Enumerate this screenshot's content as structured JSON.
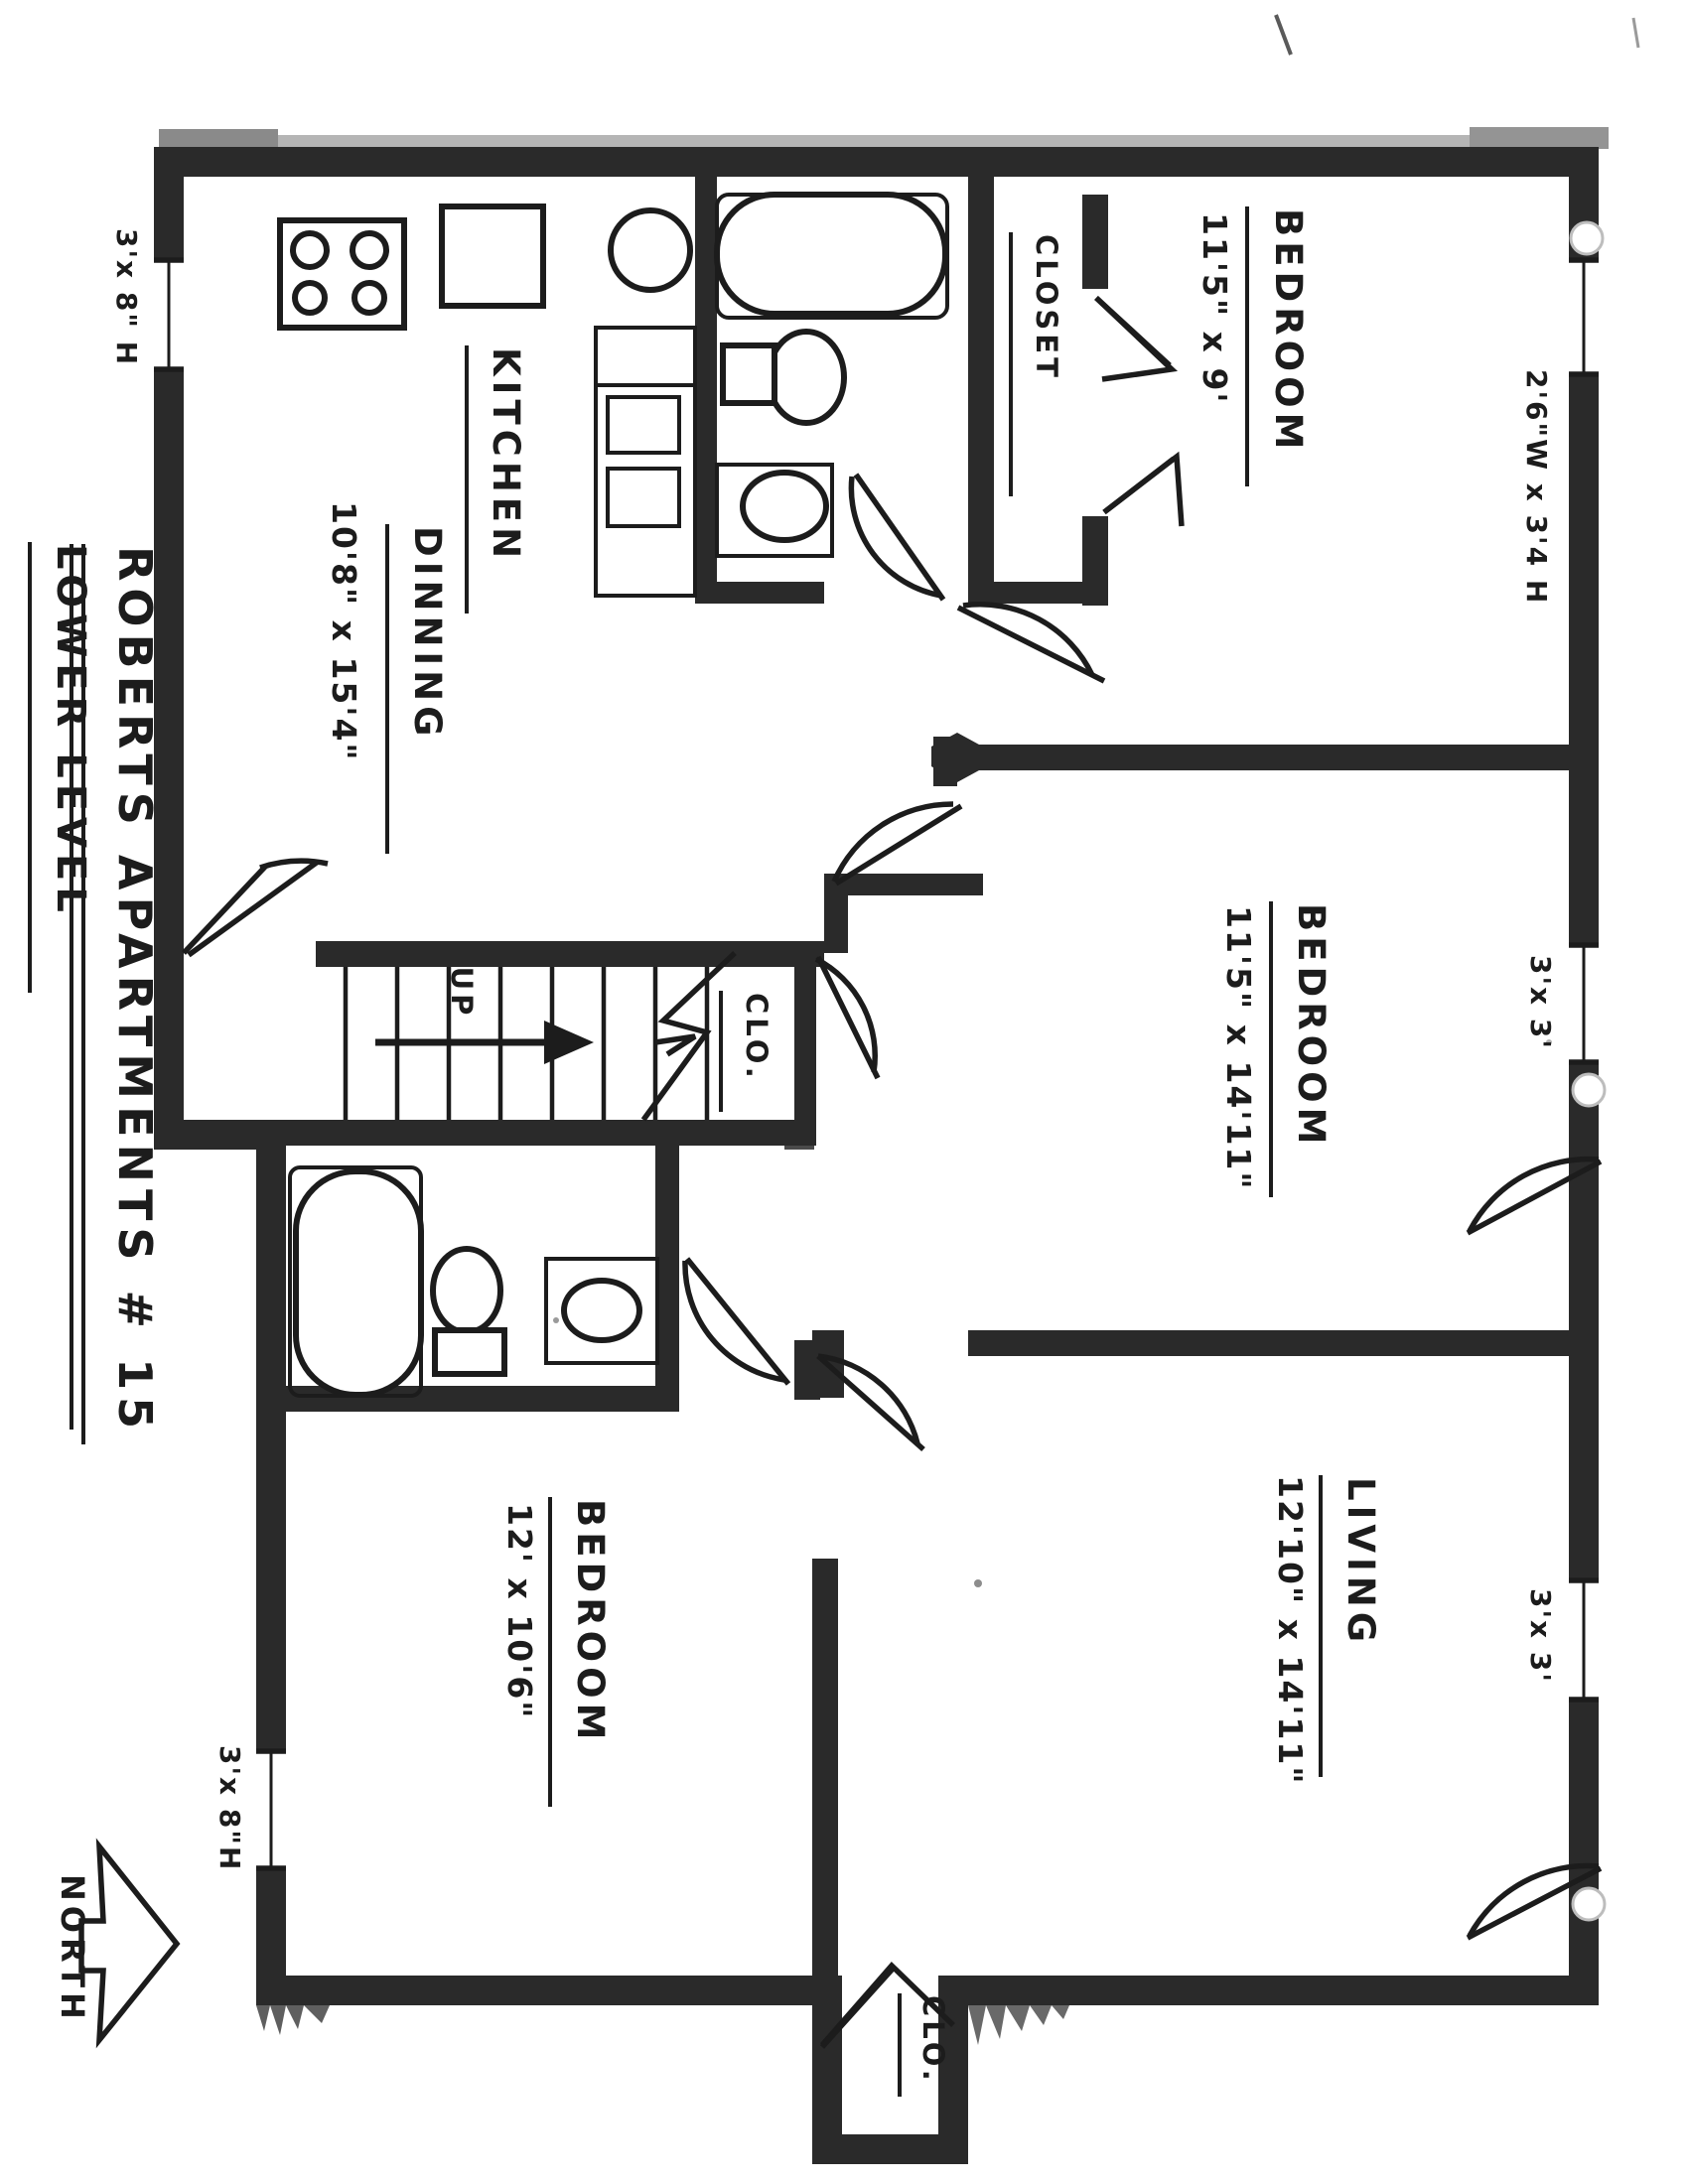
{
  "document": {
    "title": "ROBERTS APARTMENTS # 15",
    "subtitle": "LOWER LEVEL",
    "unit_number": "# 15",
    "type": "architectural-floor-plan",
    "compass_label": "NORTH"
  },
  "rooms": [
    {
      "id": "bedroom-top",
      "name": "BEDROOM",
      "dimensions": "11'5\" x 9'"
    },
    {
      "id": "bedroom-middle",
      "name": "BEDROOM",
      "dimensions": "11'5\" x 14'11\""
    },
    {
      "id": "bedroom-bottom",
      "name": "BEDROOM",
      "dimensions": "12' x 10'6\""
    },
    {
      "id": "living",
      "name": "LIVING",
      "dimensions": "12'10\" x 14'11\""
    },
    {
      "id": "kitchen",
      "name": "KITCHEN",
      "dimensions": ""
    },
    {
      "id": "dinning",
      "name": "DINNING",
      "dimensions": "10'8\" x 15'4\""
    }
  ],
  "closets": [
    {
      "id": "closet-bedroom-top",
      "label": "CLOSET"
    },
    {
      "id": "closet-hall",
      "label": "CLO."
    },
    {
      "id": "closet-bottom",
      "label": "CLO."
    }
  ],
  "stairs": {
    "direction_label": "UP"
  },
  "windows": [
    {
      "id": "window-kitchen-west",
      "label": "3'x 8\" H"
    },
    {
      "id": "window-bedroom-north",
      "label": "2'6\"W x 3'4 H"
    },
    {
      "id": "window-bedroom-east",
      "label": "3'x 3'"
    },
    {
      "id": "window-living-east",
      "label": "3'x 3'"
    },
    {
      "id": "window-bedroom-west",
      "label": "3'x 8\"H"
    }
  ],
  "colors": {
    "wall": "#2a2a2a",
    "line": "#1c1c1c",
    "paper": "#ffffff"
  }
}
